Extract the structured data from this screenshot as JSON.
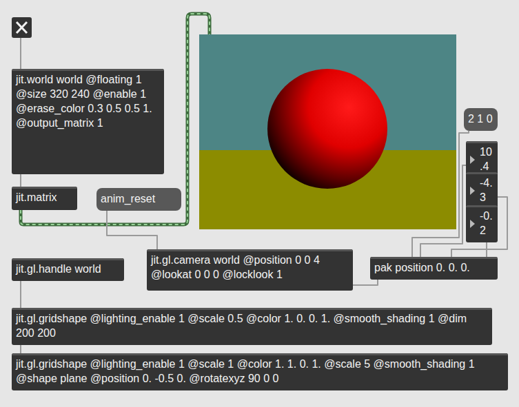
{
  "diagram": {
    "nodes": [
      {
        "text": [
          "jit.world world @floating 1 @size 320 240 @enable 1 @erase_color 0.3 0.5 0.5 1. @output_matrix 1"
        ]
      },
      {
        "text": [
          "jit.matrix"
        ]
      },
      {
        "text": [
          "anim_reset"
        ]
      },
      {
        "text": [
          "2 1 0"
        ]
      },
      {
        "text": [
          "10.4"
        ]
      },
      {
        "text": [
          "-4.3"
        ]
      },
      {
        "text": [
          "-0.2"
        ]
      },
      {
        "text": [
          "jit.gl.handle world"
        ]
      },
      {
        "text": [
          "jit.gl.camera world @position 0 0 4 @lookat 0 0 0 @locklook 1"
        ]
      },
      {
        "text": [
          "pak position 0. 0. 0."
        ]
      },
      {
        "text": [
          "jit.gl.gridshape @lighting_enable 1 @scale 0.5 @color 1. 0. 0. 1. @smooth_shading 1 @dim 200 200"
        ]
      },
      {
        "text": [
          "jit.gl.gridshape @lighting_enable 1 @scale 1 @color 1. 1. 0. 1. @scale 5 @smooth_shading 1 @shape plane @position 0. -0.5 0. @rotatexyz 90 0 0"
        ]
      }
    ],
    "edges": [
      {
        "from": 0,
        "to": 1,
        "arrow": "none"
      },
      {
        "from": 2,
        "to": 8,
        "arrow": "none"
      },
      {
        "from": 3,
        "to": 9,
        "arrow": "none"
      },
      {
        "from": 4,
        "to": 9,
        "arrow": "none"
      },
      {
        "from": 5,
        "to": 9,
        "arrow": "none"
      },
      {
        "from": 6,
        "to": 9,
        "arrow": "none"
      },
      {
        "from": 9,
        "to": 8,
        "arrow": "none"
      },
      {
        "from": 7,
        "to": 10,
        "arrow": "none"
      },
      {
        "from": 10,
        "to": 11,
        "arrow": "none"
      }
    ]
  }
}
